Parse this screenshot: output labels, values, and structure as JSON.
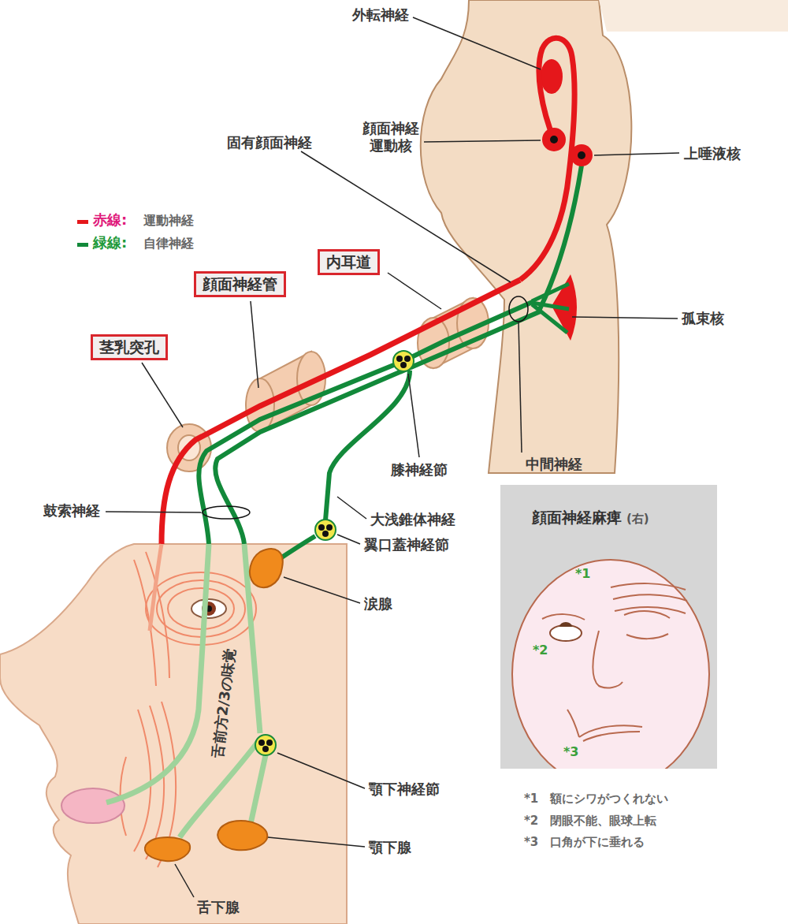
{
  "diagram": {
    "nodes": [
      {
        "text": [
          "内耳道"
        ]
      },
      {
        "text": [
          "顔面神経管"
        ]
      },
      {
        "text": [
          "茎乳突孔"
        ]
      },
      {
        "text": [
          "顔面神経麻痺",
          "(右)"
        ]
      }
    ],
    "labels": [
      "外転神経",
      "顔面神経 運動核",
      "上唾液核",
      "固有顔面神経",
      "赤線:",
      "緑線:",
      "孤束核",
      "膝神経節",
      "中間神経",
      "鼓索神経",
      "大浅錐体神経",
      "翼口蓋神経節",
      "涙腺",
      "舌前方2/3の味覚",
      "顎下神経節",
      "顎下腺",
      "舌下腺",
      "*1",
      "*2",
      "*3",
      "*1　額にシワがつくれない",
      "*2　閉眼不能、眼球上転",
      "*3　口角が下に垂れる"
    ],
    "legend": [
      {
        "text": "運動神経",
        "color": "#e5171b"
      },
      {
        "text": "自律神経",
        "color": "#12893a"
      }
    ]
  }
}
